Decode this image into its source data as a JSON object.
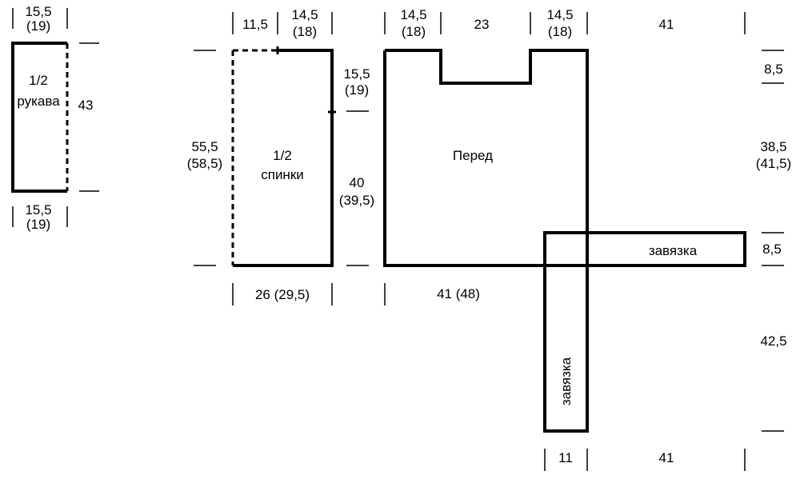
{
  "sleeve": {
    "title_line1": "1/2",
    "title_line2": "рукава",
    "top_width": "15,5",
    "top_width_alt": "(19)",
    "length": "43",
    "bottom_width": "15,5",
    "bottom_width_alt": "(19)"
  },
  "back": {
    "title_line1": "1/2",
    "title_line2": "спинки",
    "neck_width": "11,5",
    "shoulder_width": "14,5",
    "shoulder_width_alt": "(18)",
    "total_height": "55,5",
    "total_height_alt": "(58,5)",
    "armhole_height": "15,5",
    "armhole_height_alt": "(19)",
    "side_height": "40",
    "side_height_alt": "(39,5)",
    "bottom_width": "26 (29,5)"
  },
  "front": {
    "title": "Перед",
    "left_shoulder": "14,5",
    "left_shoulder_alt": "(18)",
    "neck_width": "23",
    "right_shoulder": "14,5",
    "right_shoulder_alt": "(18)",
    "bottom_width": "41 (48)"
  },
  "tie": {
    "label_horizontal": "завязка",
    "label_vertical": "завязка",
    "top_length": "41",
    "neck_depth": "8,5",
    "upper_height": "38,5",
    "upper_height_alt": "(41,5)",
    "tie_width": "8,5",
    "vertical_length": "42,5",
    "bottom_width": "11",
    "bottom_length": "41"
  }
}
